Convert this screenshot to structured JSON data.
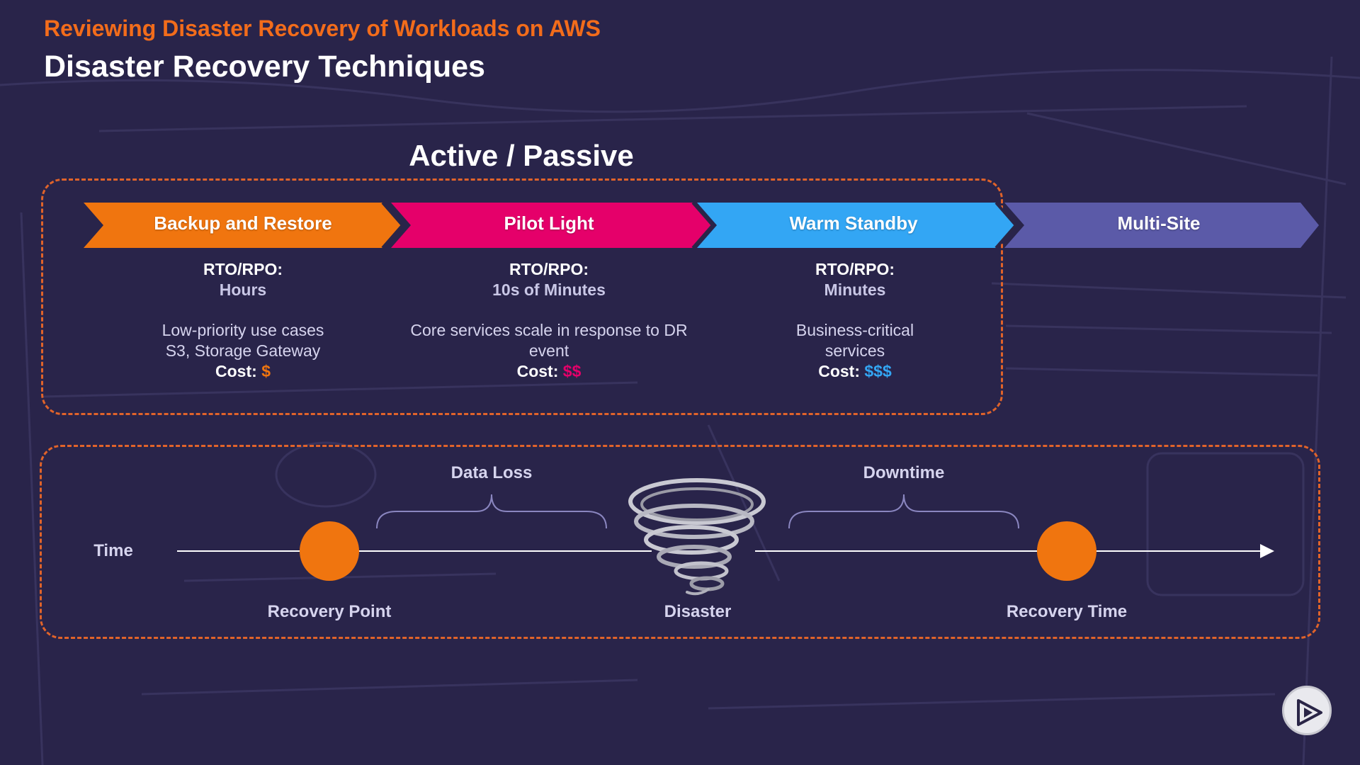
{
  "header": {
    "subtitle": "Reviewing Disaster Recovery of Workloads on AWS",
    "title": "Disaster Recovery Techniques"
  },
  "section_heading": "Active / Passive",
  "colors": {
    "orange": "#f0750f",
    "pink": "#e5006a",
    "blue": "#33a6f4",
    "purple": "#5b5aa8",
    "dashed_border": "#e0632a"
  },
  "strategies": [
    {
      "label": "Backup and Restore",
      "rto_label": "RTO/RPO:",
      "rto_value": "Hours",
      "desc_lines": [
        "Low-priority use cases",
        "S3, Storage Gateway"
      ],
      "cost_label": "Cost:",
      "cost_symbol": "$"
    },
    {
      "label": "Pilot Light",
      "rto_label": "RTO/RPO:",
      "rto_value": "10s of Minutes",
      "desc_lines": [
        "Core services scale in response to DR",
        "event"
      ],
      "cost_label": "Cost:",
      "cost_symbol": "$$"
    },
    {
      "label": "Warm Standby",
      "rto_label": "RTO/RPO:",
      "rto_value": "Minutes",
      "desc_lines": [
        "Business-critical",
        "services"
      ],
      "cost_label": "Cost:",
      "cost_symbol": "$$$"
    },
    {
      "label": "Multi-Site"
    }
  ],
  "timeline": {
    "axis_label": "Time",
    "data_loss_label": "Data Loss",
    "downtime_label": "Downtime",
    "recovery_point_label": "Recovery Point",
    "disaster_label": "Disaster",
    "recovery_time_label": "Recovery Time"
  },
  "icons": {
    "disaster": "tornado-icon",
    "play": "play-logo-icon"
  }
}
